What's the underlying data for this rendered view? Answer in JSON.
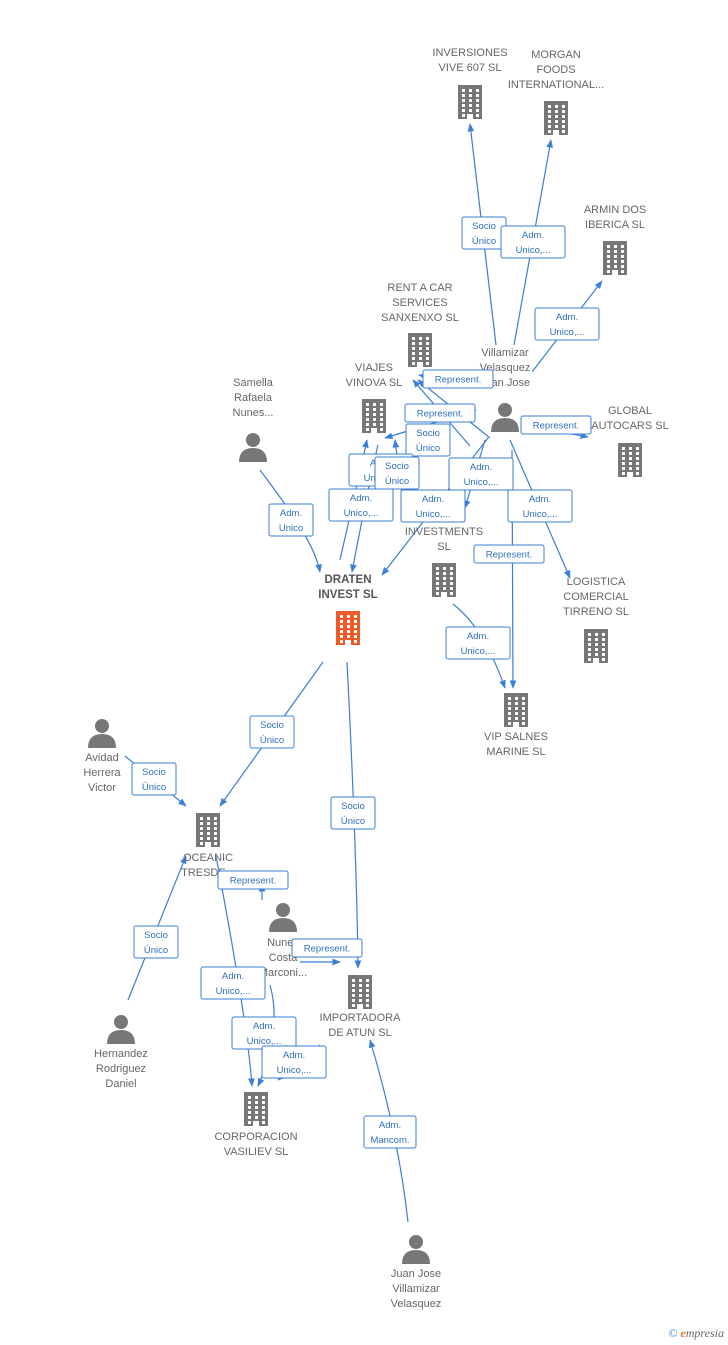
{
  "diagram": {
    "nodes": [
      {
        "id": "draten",
        "type": "company",
        "main": true,
        "label": [
          "DRATEN",
          "INVEST  SL"
        ]
      },
      {
        "id": "inversiones",
        "type": "company",
        "label": [
          "INVERSIONES",
          "VIVE 607  SL"
        ]
      },
      {
        "id": "morgan",
        "type": "company",
        "label": [
          "MORGAN",
          "FOODS",
          "INTERNATIONAL..."
        ]
      },
      {
        "id": "armin",
        "type": "company",
        "label": [
          "ARMIN DOS",
          "IBERICA  SL"
        ]
      },
      {
        "id": "rentacar",
        "type": "company",
        "label": [
          "RENT A CAR",
          "SERVICES",
          "SANXENXO  SL"
        ]
      },
      {
        "id": "viajes",
        "type": "company",
        "label": [
          "VIAJES",
          "VINOVA  SL"
        ]
      },
      {
        "id": "global",
        "type": "company",
        "label": [
          "GLOBAL",
          "AUTOCARS  SL"
        ]
      },
      {
        "id": "investments",
        "type": "company",
        "label": [
          "INVESTMENTS",
          "SL"
        ]
      },
      {
        "id": "logistica",
        "type": "company",
        "label": [
          "LOGISTICA",
          "COMERCIAL",
          "TIRRENO  SL"
        ]
      },
      {
        "id": "vip",
        "type": "company",
        "label": [
          "VIP SALNES",
          "MARINE  SL"
        ]
      },
      {
        "id": "oceanic",
        "type": "company",
        "label": [
          "OCEANIC",
          "TRESDE..."
        ]
      },
      {
        "id": "importadora",
        "type": "company",
        "label": [
          "IMPORTADORA",
          "DE ATUN  SL"
        ]
      },
      {
        "id": "corporacion",
        "type": "company",
        "label": [
          "CORPORACION",
          "VASILIEV  SL"
        ]
      },
      {
        "id": "villamizar",
        "type": "person",
        "label": [
          "Villamizar",
          "Velasquez",
          "Juan Jose"
        ]
      },
      {
        "id": "samella",
        "type": "person",
        "label": [
          "Samella",
          "Rafaela",
          "Nunes..."
        ]
      },
      {
        "id": "avidad",
        "type": "person",
        "label": [
          "Avidad",
          "Herrera",
          "Victor"
        ]
      },
      {
        "id": "nunes",
        "type": "person",
        "label": [
          "Nunes",
          "Costa",
          "Marconi..."
        ]
      },
      {
        "id": "hernandez",
        "type": "person",
        "label": [
          "Hernandez",
          "Rodriguez",
          "Daniel"
        ]
      },
      {
        "id": "juanjose",
        "type": "person",
        "label": [
          "Juan Jose",
          "Villamizar",
          "Velasquez"
        ]
      }
    ],
    "edge_labels": [
      [
        "Socio",
        "Único"
      ],
      [
        "Adm.",
        "Unico,..."
      ],
      [
        "Adm.",
        "Unico,..."
      ],
      [
        "Represent."
      ],
      [
        "Represent."
      ],
      [
        "Represent."
      ],
      [
        "Socio",
        "Único"
      ],
      [
        "Adm.",
        "Unico,..."
      ],
      [
        "Adm.",
        "Unico,..."
      ],
      [
        "Adm.",
        "Unico,..."
      ],
      [
        "Adm.",
        "Unico,..."
      ],
      [
        "Socio",
        "Único"
      ],
      [
        "Adm.",
        "Unico,..."
      ],
      [
        "Adm.",
        "Unico"
      ],
      [
        "Adm.",
        "Unico,..."
      ],
      [
        "Represent."
      ],
      [
        "Adm.",
        "Unico,..."
      ],
      [
        "Socio",
        "Único"
      ],
      [
        "Socio",
        "Único"
      ],
      [
        "Socio",
        "Único"
      ],
      [
        "Represent."
      ],
      [
        "Socio",
        "Único"
      ],
      [
        "Represent."
      ],
      [
        "Adm.",
        "Unico,..."
      ],
      [
        "Adm.",
        "Unico,..."
      ],
      [
        "Adm.",
        "Unico,..."
      ],
      [
        "Adm.",
        "Mancom."
      ]
    ]
  },
  "footer": {
    "copyright": "©",
    "brand_e": "e",
    "brand_rest": "mpresia"
  },
  "colors": {
    "edge": "#3a7fd5",
    "company": "#777777",
    "main_company": "#f05a28",
    "person": "#777777"
  }
}
